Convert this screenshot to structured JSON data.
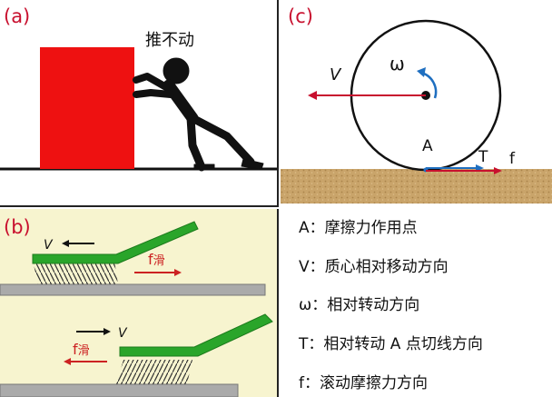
{
  "panel_a": {
    "label": "(a)",
    "caption": "推不动",
    "colors": {
      "block": "#ee1111",
      "person": "#111111"
    }
  },
  "panel_b": {
    "label": "(b)",
    "top": {
      "velocity": "V",
      "force": "f",
      "force_sub": "滑"
    },
    "bottom": {
      "velocity": "V",
      "force": "f",
      "force_sub": "滑"
    },
    "colors": {
      "background": "#f7f4cf",
      "handle": "#2aa52a",
      "arrow": "#cc2222",
      "ground": "#999999"
    }
  },
  "panel_c": {
    "label": "(c)",
    "omega": "ω",
    "velocity": "V",
    "point": "A",
    "tangent": "T",
    "friction": "f",
    "colors": {
      "velocity_arrow": "#c8102e",
      "rotation_arrow": "#1f6fc0",
      "ground": "#c9a46a"
    },
    "legend": [
      "A：摩擦力作用点",
      "V：质心相对移动方向",
      "ω：相对转动方向",
      "T：相对转动 A 点切线方向",
      "f：滚动摩擦力方向"
    ]
  }
}
